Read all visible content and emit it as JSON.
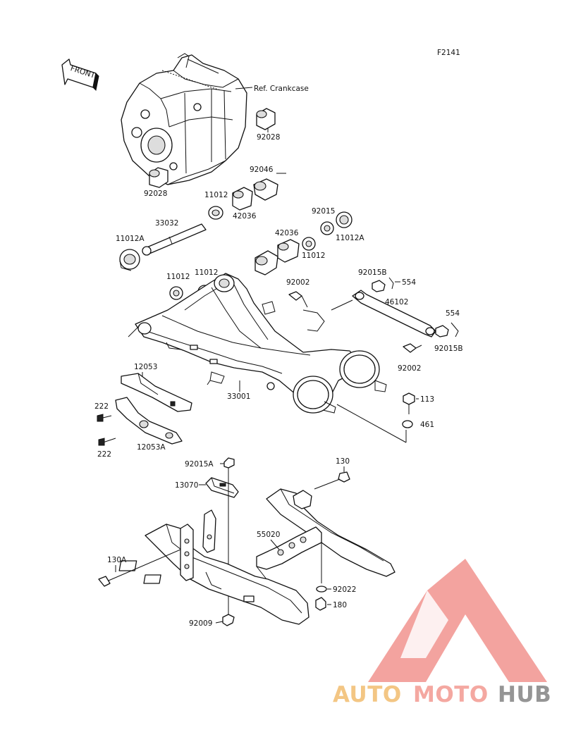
{
  "figure_id": "F2141",
  "front_label": "FRONT",
  "ref_label": "Ref. Crankcase",
  "watermark": {
    "part1": "AUTO",
    "part2": "MOTO",
    "part3": "HUB",
    "colors": {
      "auto": "#f2c27a",
      "moto": "#f4a19a",
      "hub": "#8d8d8d",
      "triangle": "#f08a84"
    }
  },
  "callouts": {
    "c92028a": "92028",
    "c92028b": "92028",
    "c92046": "92046",
    "c11012a": "11012",
    "c42036a": "42036",
    "c33032": "33032",
    "c11012A_l": "11012A",
    "c92015": "92015",
    "c42036b": "42036",
    "c11012b": "11012",
    "c11012A_r": "11012A",
    "c92015B_a": "92015B",
    "c554a": "554",
    "c92002a": "92002",
    "c46102": "46102",
    "c11012c": "11012",
    "c11012d": "11012",
    "c554b": "554",
    "c92015B_b": "92015B",
    "c92002b": "92002",
    "c12053": "12053",
    "c33001": "33001",
    "c113": "113",
    "c222a": "222",
    "c461": "461",
    "c222b": "222",
    "c12053A": "12053A",
    "c92015A": "92015A",
    "c130": "130",
    "c13070": "13070",
    "c55020": "55020",
    "c130A": "130A",
    "c92022": "92022",
    "c180": "180",
    "c92009": "92009"
  }
}
